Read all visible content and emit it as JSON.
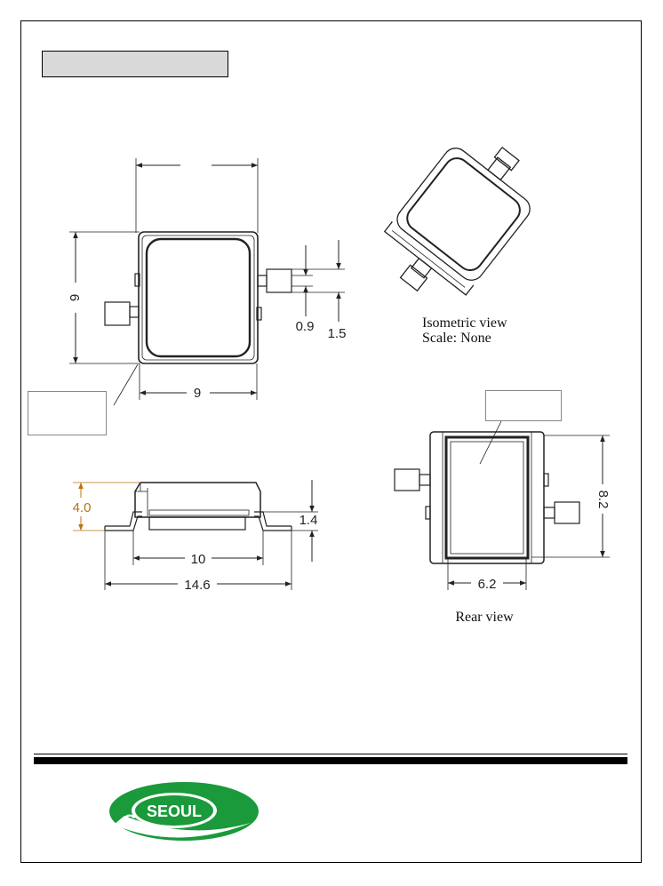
{
  "top_view": {
    "dim_width_top": "",
    "dim_height_left": "9",
    "dim_width_bottom": "9",
    "dim_lead": "0.9",
    "dim_lead_pitch": "1.5"
  },
  "isometric": {
    "label_line1": "Isometric view",
    "label_line2": "Scale: None"
  },
  "side_view": {
    "dim_height": "4.0",
    "dim_lead_height": "1.4",
    "dim_body_length": "10",
    "dim_total_length": "14.6"
  },
  "rear_view": {
    "dim_height": "8.2",
    "dim_width": "6.2",
    "label": "Rear view"
  },
  "logo": {
    "text": "SEOUL",
    "fragment": "S",
    "color": "#1a9a3a"
  }
}
